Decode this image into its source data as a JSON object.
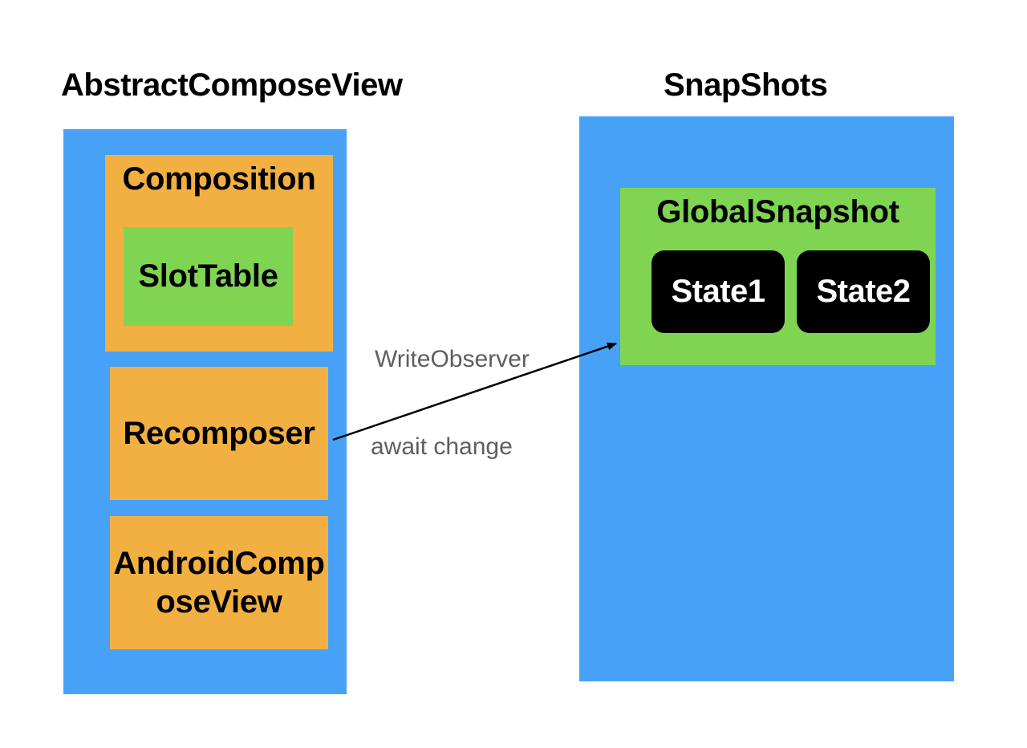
{
  "left_panel": {
    "title": "AbstractComposeView",
    "composition": {
      "label": "Composition",
      "slot_table": "SlotTable"
    },
    "recomposer": "Recomposer",
    "android_compose_view": {
      "line1": "AndroidComp",
      "line2": "oseView"
    }
  },
  "right_panel": {
    "title": "SnapShots",
    "global_snapshot": {
      "label": "GlobalSnapshot",
      "states": [
        "State1",
        "State2"
      ]
    }
  },
  "connector": {
    "label_above": "WriteObserver",
    "label_below": "await change"
  },
  "colors": {
    "container": "#47a1f7",
    "component": "#f1b041",
    "inner": "#7fd552",
    "state": "#000000"
  }
}
